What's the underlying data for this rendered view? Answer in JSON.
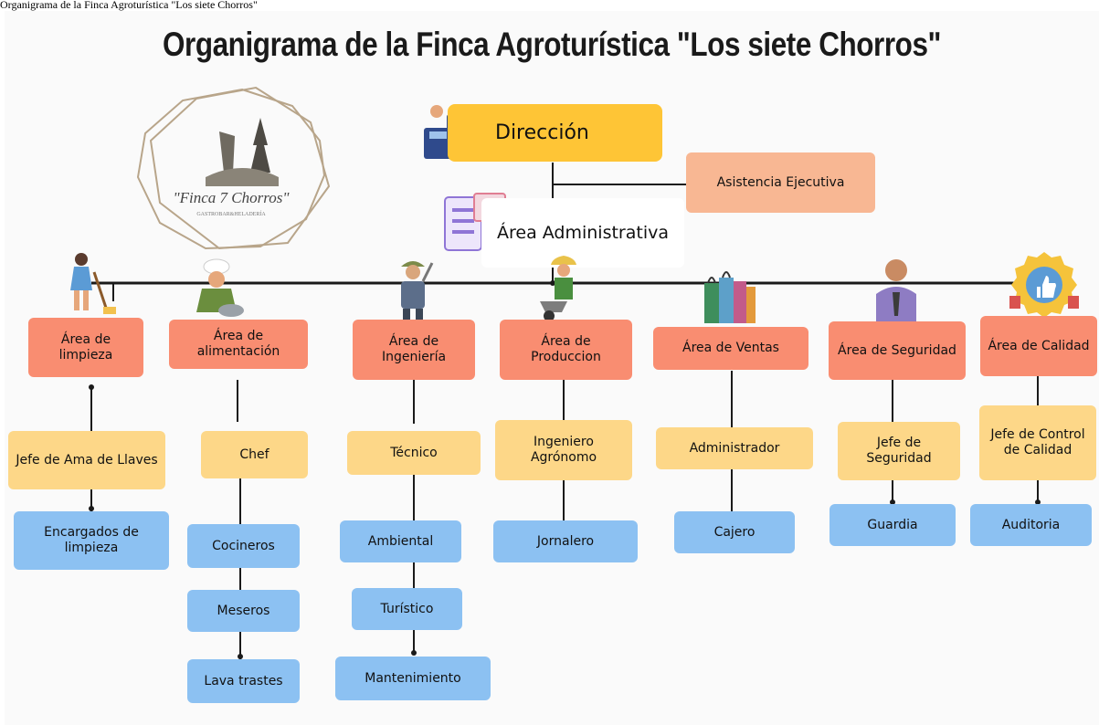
{
  "caption": "Organigrama de la Finca Agroturística \"Los siete Chorros\"",
  "title": "Organigrama de la Finca Agroturística \"Los siete Chorros\"",
  "logo": {
    "name": "\"Finca 7 Chorros\"",
    "subtitle": "GASTROBAR&HELADERÍA"
  },
  "top": {
    "direccion": "Dirección",
    "asistencia": "Asistencia Ejecutiva",
    "administrativa": "Área Administrativa"
  },
  "areas": [
    {
      "label": "Área de limpieza",
      "jefe": "Jefe de Ama de Llaves",
      "staff": [
        "Encargados de limpieza"
      ]
    },
    {
      "label": "Área de alimentación",
      "jefe": "Chef",
      "staff": [
        "Cocineros",
        "Meseros",
        "Lava trastes"
      ]
    },
    {
      "label": "Área de Ingeniería",
      "jefe": "Técnico",
      "staff": [
        "Ambiental",
        "Turístico",
        "Mantenimiento"
      ]
    },
    {
      "label": "Área de Produccion",
      "jefe": "Ingeniero Agrónomo",
      "staff": [
        "Jornalero"
      ]
    },
    {
      "label": "Área de Ventas",
      "jefe": "Administrador",
      "staff": [
        "Cajero"
      ]
    },
    {
      "label": "Área de Seguridad",
      "jefe": "Jefe de Seguridad",
      "staff": [
        "Guardia"
      ]
    },
    {
      "label": "Área de Calidad",
      "jefe": "Jefe de Control de Calidad",
      "staff": [
        "Auditoria"
      ]
    }
  ],
  "colors": {
    "area": "#f98d71",
    "jefe": "#fdd788",
    "staff": "#8cc1f2",
    "direccion": "#fec536",
    "asistencia": "#f8b793",
    "line": "#1a1a1a"
  },
  "icons": [
    "cleaning-person-icon",
    "cook-icon",
    "engineer-icon",
    "farmer-icon",
    "shopping-bags-icon",
    "security-guard-icon",
    "quality-badge-icon",
    "office-worker-icon",
    "checklist-clock-icon"
  ]
}
